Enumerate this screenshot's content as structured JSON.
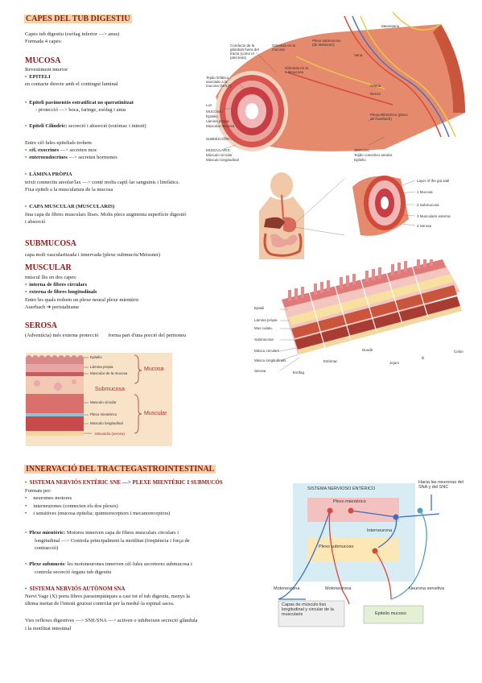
{
  "title": "CAPES DEL TUB DIGESTIU",
  "intro": [
    "Capes tub digestiu (esòfag inferior —> anus)",
    "Formada 4 capes:"
  ],
  "mucosa": {
    "heading": "MUCOSA",
    "sub": "Revestiment interior",
    "epiteli_label": "EPITELI",
    "epiteli_desc": "en contacte directe amb el contingut luminal",
    "pav_label": "Epiteli pavimentós estratificat no queratinitzat",
    "pav_desc": "- protecció —> boca, faringe, esòfag i anus",
    "cil_label": "Epiteli Cilíndric:",
    "cil_desc": "secreció i absorció (estómac i intesti)",
    "entre": "Entre cèl·lules epitelials trobem",
    "exo_label": "cèl. exocrines",
    "exo_desc": " —> secreten moc",
    "ent_label": "enteroendocrines",
    "ent_desc": " —> secreten hormones",
    "lamina_label": "LÀMINA PRÒPIA",
    "lamina_desc1": "teixit connectiu areolar/lax —> conté molts capil·lar sanguinis i limfàtics.",
    "lamina_desc2": "Fixa epiteli a la musculatura de la mucosa",
    "capa_label": "CAPA MUSCULAR (MUSCULARIS)",
    "capa_desc1": "fina capa de fibres musculars llises. Molts plecs augmenta superfície digestió",
    "capa_desc2": "i absorció"
  },
  "submucosa": {
    "heading": "SUBMUCOSA",
    "desc": "capa molt vascularitzada i innervada (plexe submucós/Meissner)"
  },
  "muscular": {
    "heading": "MUSCULAR",
    "desc": "múscul llis en dos capes:",
    "item1": "interna de fibres circulars",
    "item2": "externa de fibres longitudinals",
    "entre": "Entre les quals trobem un plexe neural plexe mientèric",
    "auerbach": "Auerbach",
    "peri": "peristaltisme"
  },
  "serosa": {
    "heading": "SEROSA",
    "desc": "(Adventícia) més externa protecció",
    "desc2": "forma part d'una porció del peritoneu"
  },
  "layers_figure": {
    "labels": [
      "Epitelio",
      "Lámina propia",
      "Muscular de la mucosa",
      "Musculo circular",
      "Plexo mientérico",
      "Musculo longitudinal",
      "Mesotelio (serosa)"
    ],
    "mucosa": "Mucosa",
    "submucosa": "Submucosa",
    "muscular": "Muscular"
  },
  "fig1_labels": [
    "Mesenterio",
    "Conducto de la glándula fuera del tracto (como el páncreas)",
    "Glándula en la mucosa",
    "Plexo submucoso (de Meissner)",
    "Vena",
    "Glándula en la submucosa",
    "Tejido linfático asociado a la mucosa (MALT)",
    "Arteria",
    "Nervio",
    "Luz",
    "MUCOSA:",
    "Epitelio",
    "Lámina propia",
    "Muscular mucosa",
    "SUBMUCOSA",
    "Plexo mientérico (plexo de Auerbach)",
    "MUSCULARIS:",
    "Músculo circular",
    "Músculo longitudinal",
    "SEROSA:",
    "Tejido conectivo areolar",
    "Epitelio"
  ],
  "fig2_labels": [
    "Layer of the gut wall",
    "1 Mucosa",
    "2 Submucosa",
    "3 Muscularis externa",
    "4 Serosa"
  ],
  "fig3_labels": [
    "Epiteli",
    "Làmina pròpia",
    "Mus culatu.",
    "Submucosa",
    "Múscu circulars",
    "Múscu longitudinals",
    "Serosa",
    "Colon",
    "Jejuni",
    "Ili",
    "Duodè",
    "Esòfag",
    "Estòmac"
  ],
  "innervacio": {
    "heading": "INNERVACIÓ DEL TRACTEGASTROINTESTINAL",
    "sne_label": "SISTEMA NERVIÓS ENTÈRIC SNE —> PLEXE MIENTÈRIC I SUBMUCÓS",
    "formats": "Formats per:",
    "f1": "neuromes motores",
    "f2": "interneurones (connecten els dos plexes)",
    "f3": "i sensitives (mucosa epitelia; quimioreceptors i mecanoreceptors)",
    "ple_label": "Plexe mientèric:",
    "ple_desc1": " Motores innerven capa de fibres musculars circulars i",
    "ple_desc2": "longitudinal —> Controla principalment la motilitat (freqüència i força de",
    "ple_desc3": "contracció)",
    "sub_label": "Plexe submucós",
    "sub_desc1": ": les motoneurones innerven cèl·lules secretores submucosa i",
    "sub_desc2": "controla secreció òrgans tub digestiu",
    "sna_label": "SISTEMA NERVIÓS AUTÒNOM SNA",
    "sna_desc1": "Nervi Vage (X) porta fibres parasimpàtiques a casi tot el tub digestiu, menys la",
    "sna_desc2": "última meitat de l'intestí gruixut controlat per la medul·la espinal sacra.",
    "vies1": "Vies reflexes digestives —> SNE/SNA —> activen o inhibeixen secreció glàndula",
    "vies2": "i la motilitat intestinal"
  },
  "enteric_diagram": {
    "title": "SISTEMA NERVIOSO ENTÉRICO",
    "myenteric": "Plexo mientérico",
    "interneurona": "Interneurona",
    "submucous": "Plexo submucoso",
    "motoneurona1": "Motoneurona",
    "motoneurona2": "Motoneurona",
    "sensitiva": "Neurona sensitiva",
    "hacia": "Hacia las neuronas del SNA y del SNC",
    "capas": "Capas de músculo liso longitudinal y circular de la muscularis",
    "epitelio": "Epitelio mucoso"
  }
}
